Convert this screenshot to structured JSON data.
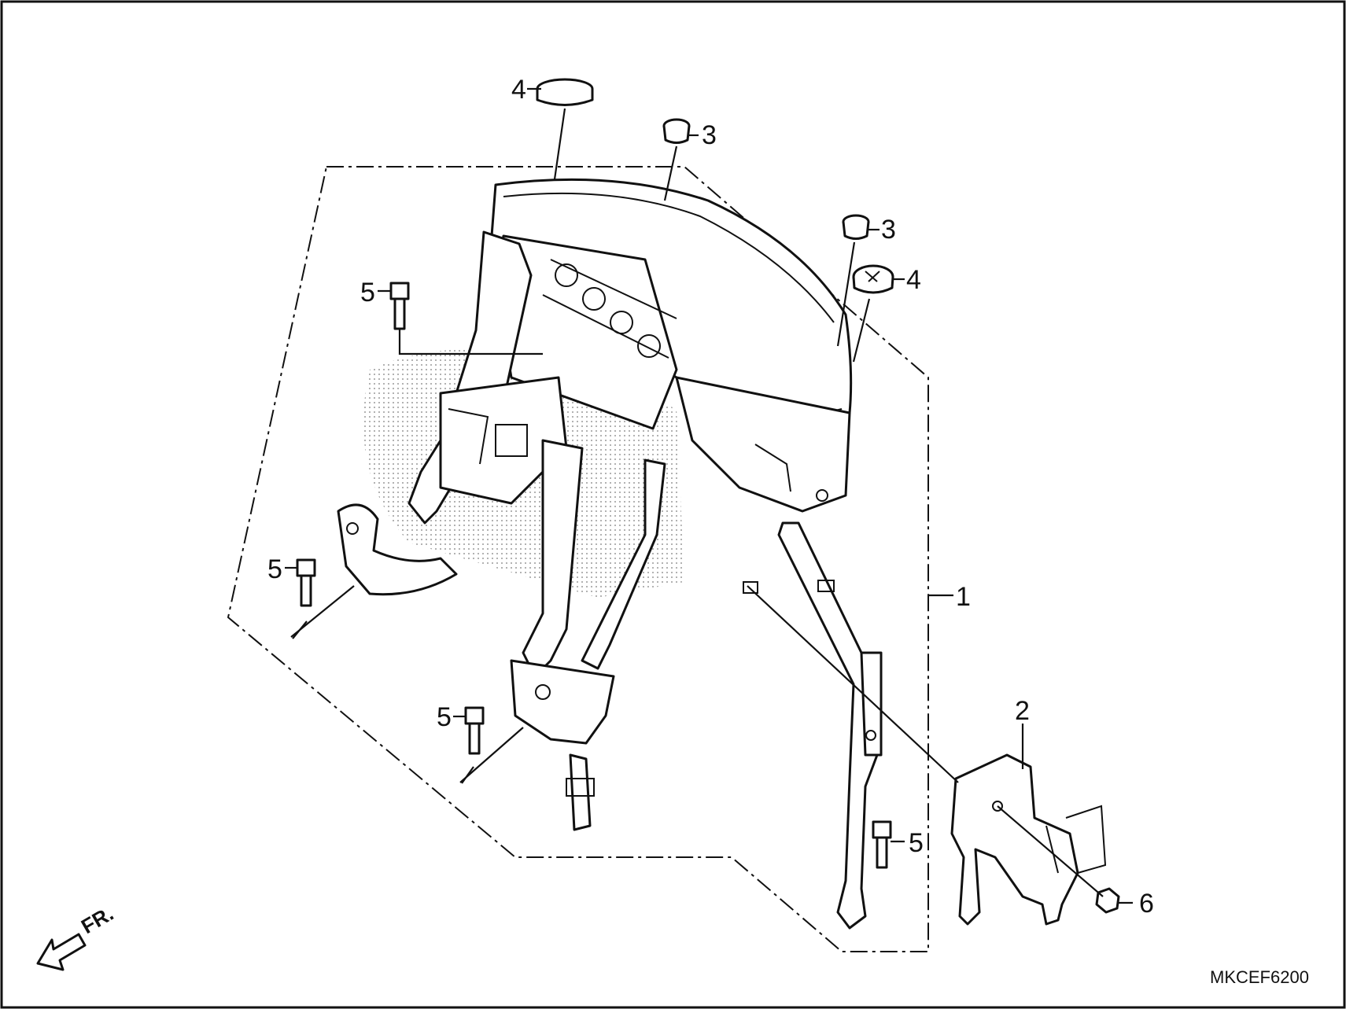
{
  "diagram": {
    "callouts": {
      "c1": "1",
      "c2": "2",
      "c3a": "3",
      "c3b": "3",
      "c4a": "4",
      "c4b": "4",
      "c5a": "5",
      "c5b": "5",
      "c5c": "5",
      "c5d": "5",
      "c6": "6"
    },
    "direction_label": "FR.",
    "drawing_code": "MKCEF6200"
  }
}
